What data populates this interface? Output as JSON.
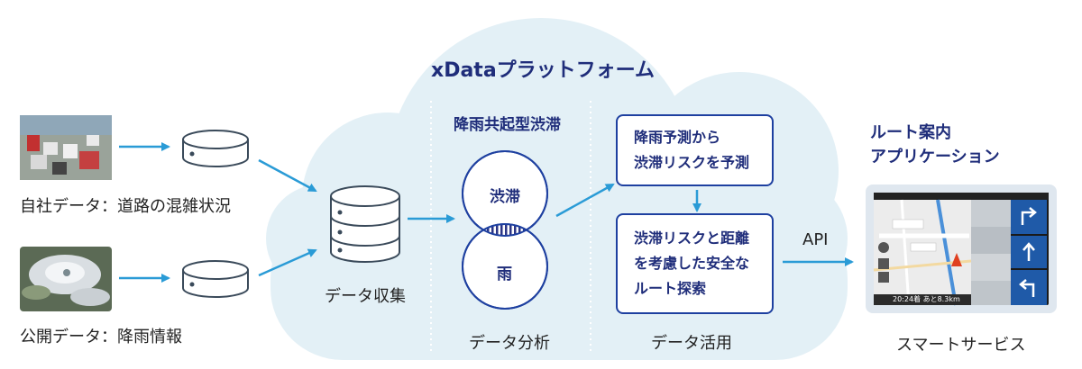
{
  "platform_title": "xDataプラットフォーム",
  "inputs": {
    "own_data_label": "自社データ：道路の混雑状況",
    "public_data_label": "公開データ：降雨情報"
  },
  "collection": {
    "label": "データ収集"
  },
  "analysis": {
    "heading": "降雨共起型渋滞",
    "top_circle": "渋滞",
    "bottom_circle": "雨",
    "label": "データ分析"
  },
  "utilization": {
    "box1_line1": "降雨予測から",
    "box1_line2": "渋滞リスクを予測",
    "box2_line1": "渋滞リスクと距離",
    "box2_line2": "を考慮した安全な",
    "box2_line3": "ルート探索",
    "label": "データ活用"
  },
  "api_label": "API",
  "service": {
    "heading_line1": "ルート案内",
    "heading_line2": "アプリケーション",
    "label": "スマートサービス",
    "screen_status": "20:24着 あと8.3km"
  },
  "colors": {
    "cloud": "#e3f0f6",
    "arrow": "#2a9bd6",
    "navy": "#1f2d7a",
    "box_border": "#1e40a0"
  }
}
